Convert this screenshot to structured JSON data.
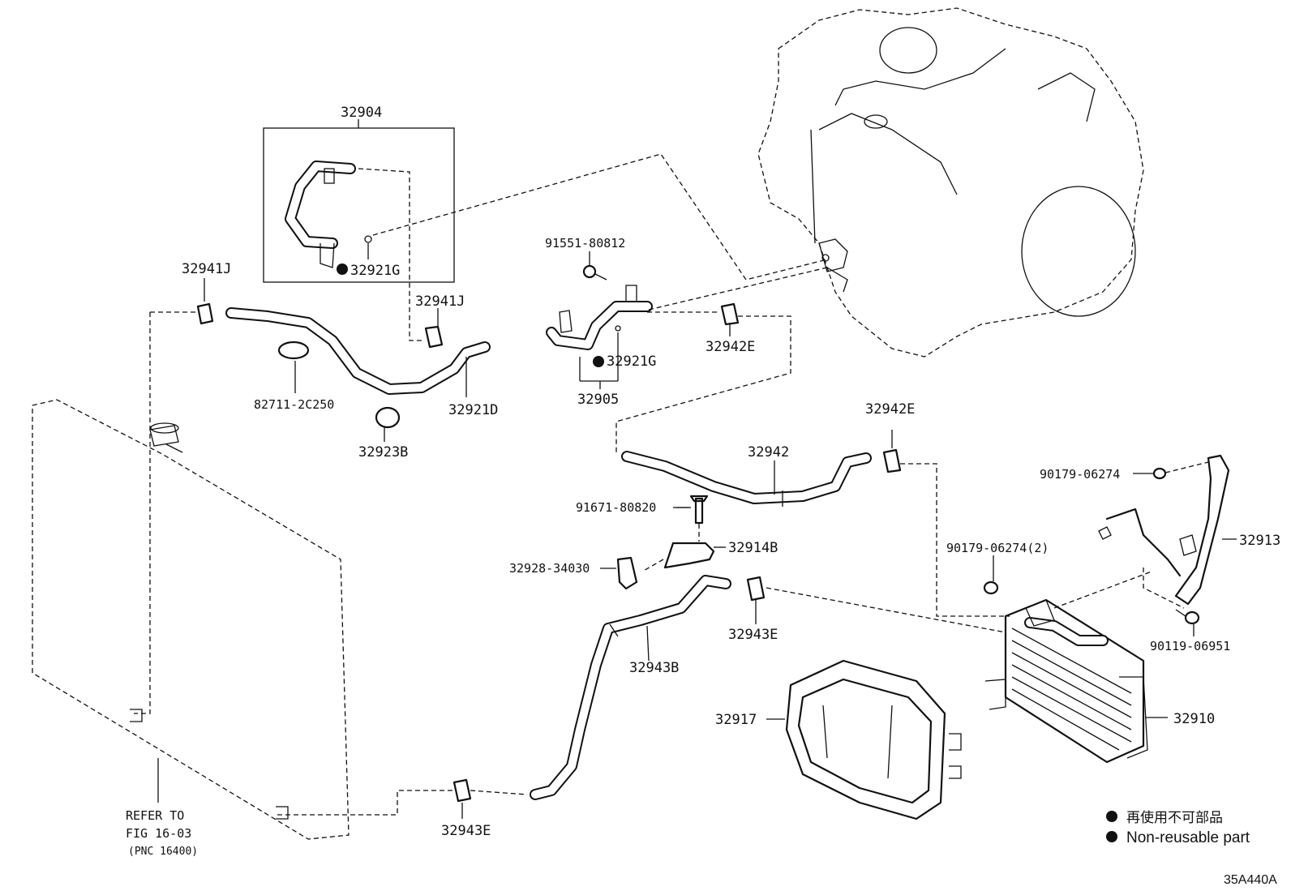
{
  "diagram": {
    "part_labels": {
      "p32904": "32904",
      "p32921g_a": "32921G",
      "p32941j_a": "32941J",
      "p32941j_b": "32941J",
      "p82711": "82711-2C250",
      "p32921d": "32921D",
      "p32923b": "32923B",
      "p91551": "91551-80812",
      "p32921g_b": "32921G",
      "p32905": "32905",
      "p32942e_a": "32942E",
      "p32942e_b": "32942E",
      "p32942": "32942",
      "p91671": "91671-80820",
      "p32914b": "32914B",
      "p32928": "32928-34030",
      "p32943e_a": "32943E",
      "p32943b": "32943B",
      "p32943e_b": "32943E",
      "p90179_a": "90179-06274",
      "p32913": "32913",
      "p90179_b": "90179-06274(2)",
      "p90119": "90119-06951",
      "p32917": "32917",
      "p32910": "32910"
    },
    "refer": {
      "line1": "REFER TO",
      "line2": "FIG 16-03",
      "line3": "(PNC 16400)"
    },
    "legend": {
      "jp": "再使用不可部品",
      "en": "Non-reusable part"
    },
    "figure_code": "35A440A"
  }
}
